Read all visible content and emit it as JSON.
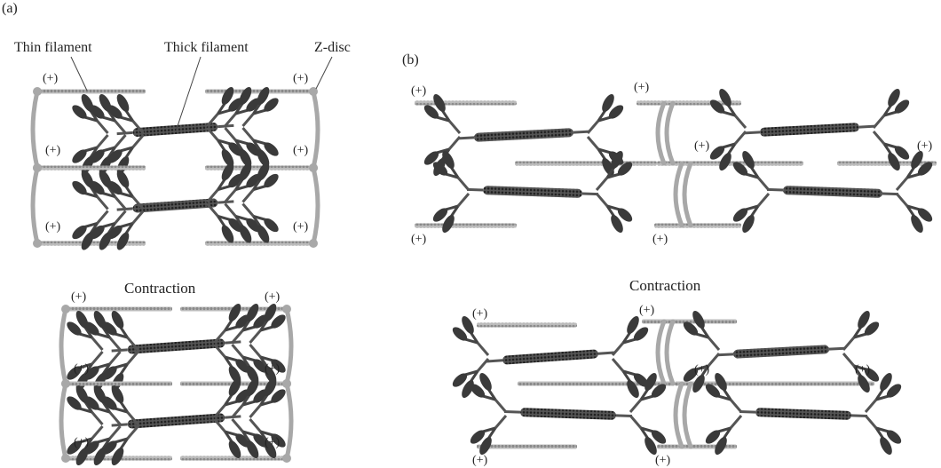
{
  "panel_a": {
    "letter": "(a)",
    "labels": {
      "thin_filament": "Thin filament",
      "thick_filament": "Thick filament",
      "z_disc": "Z-disc"
    },
    "contraction": "Contraction"
  },
  "panel_b": {
    "letter": "(b)",
    "contraction": "Contraction"
  },
  "plus_end": "(+)",
  "colors": {
    "z_disc": "#a8a8a8",
    "thin_filament": "#9a9a9a",
    "myosin_head": "#3a3a3a",
    "thick_filament": "#333333",
    "text": "#222222"
  }
}
